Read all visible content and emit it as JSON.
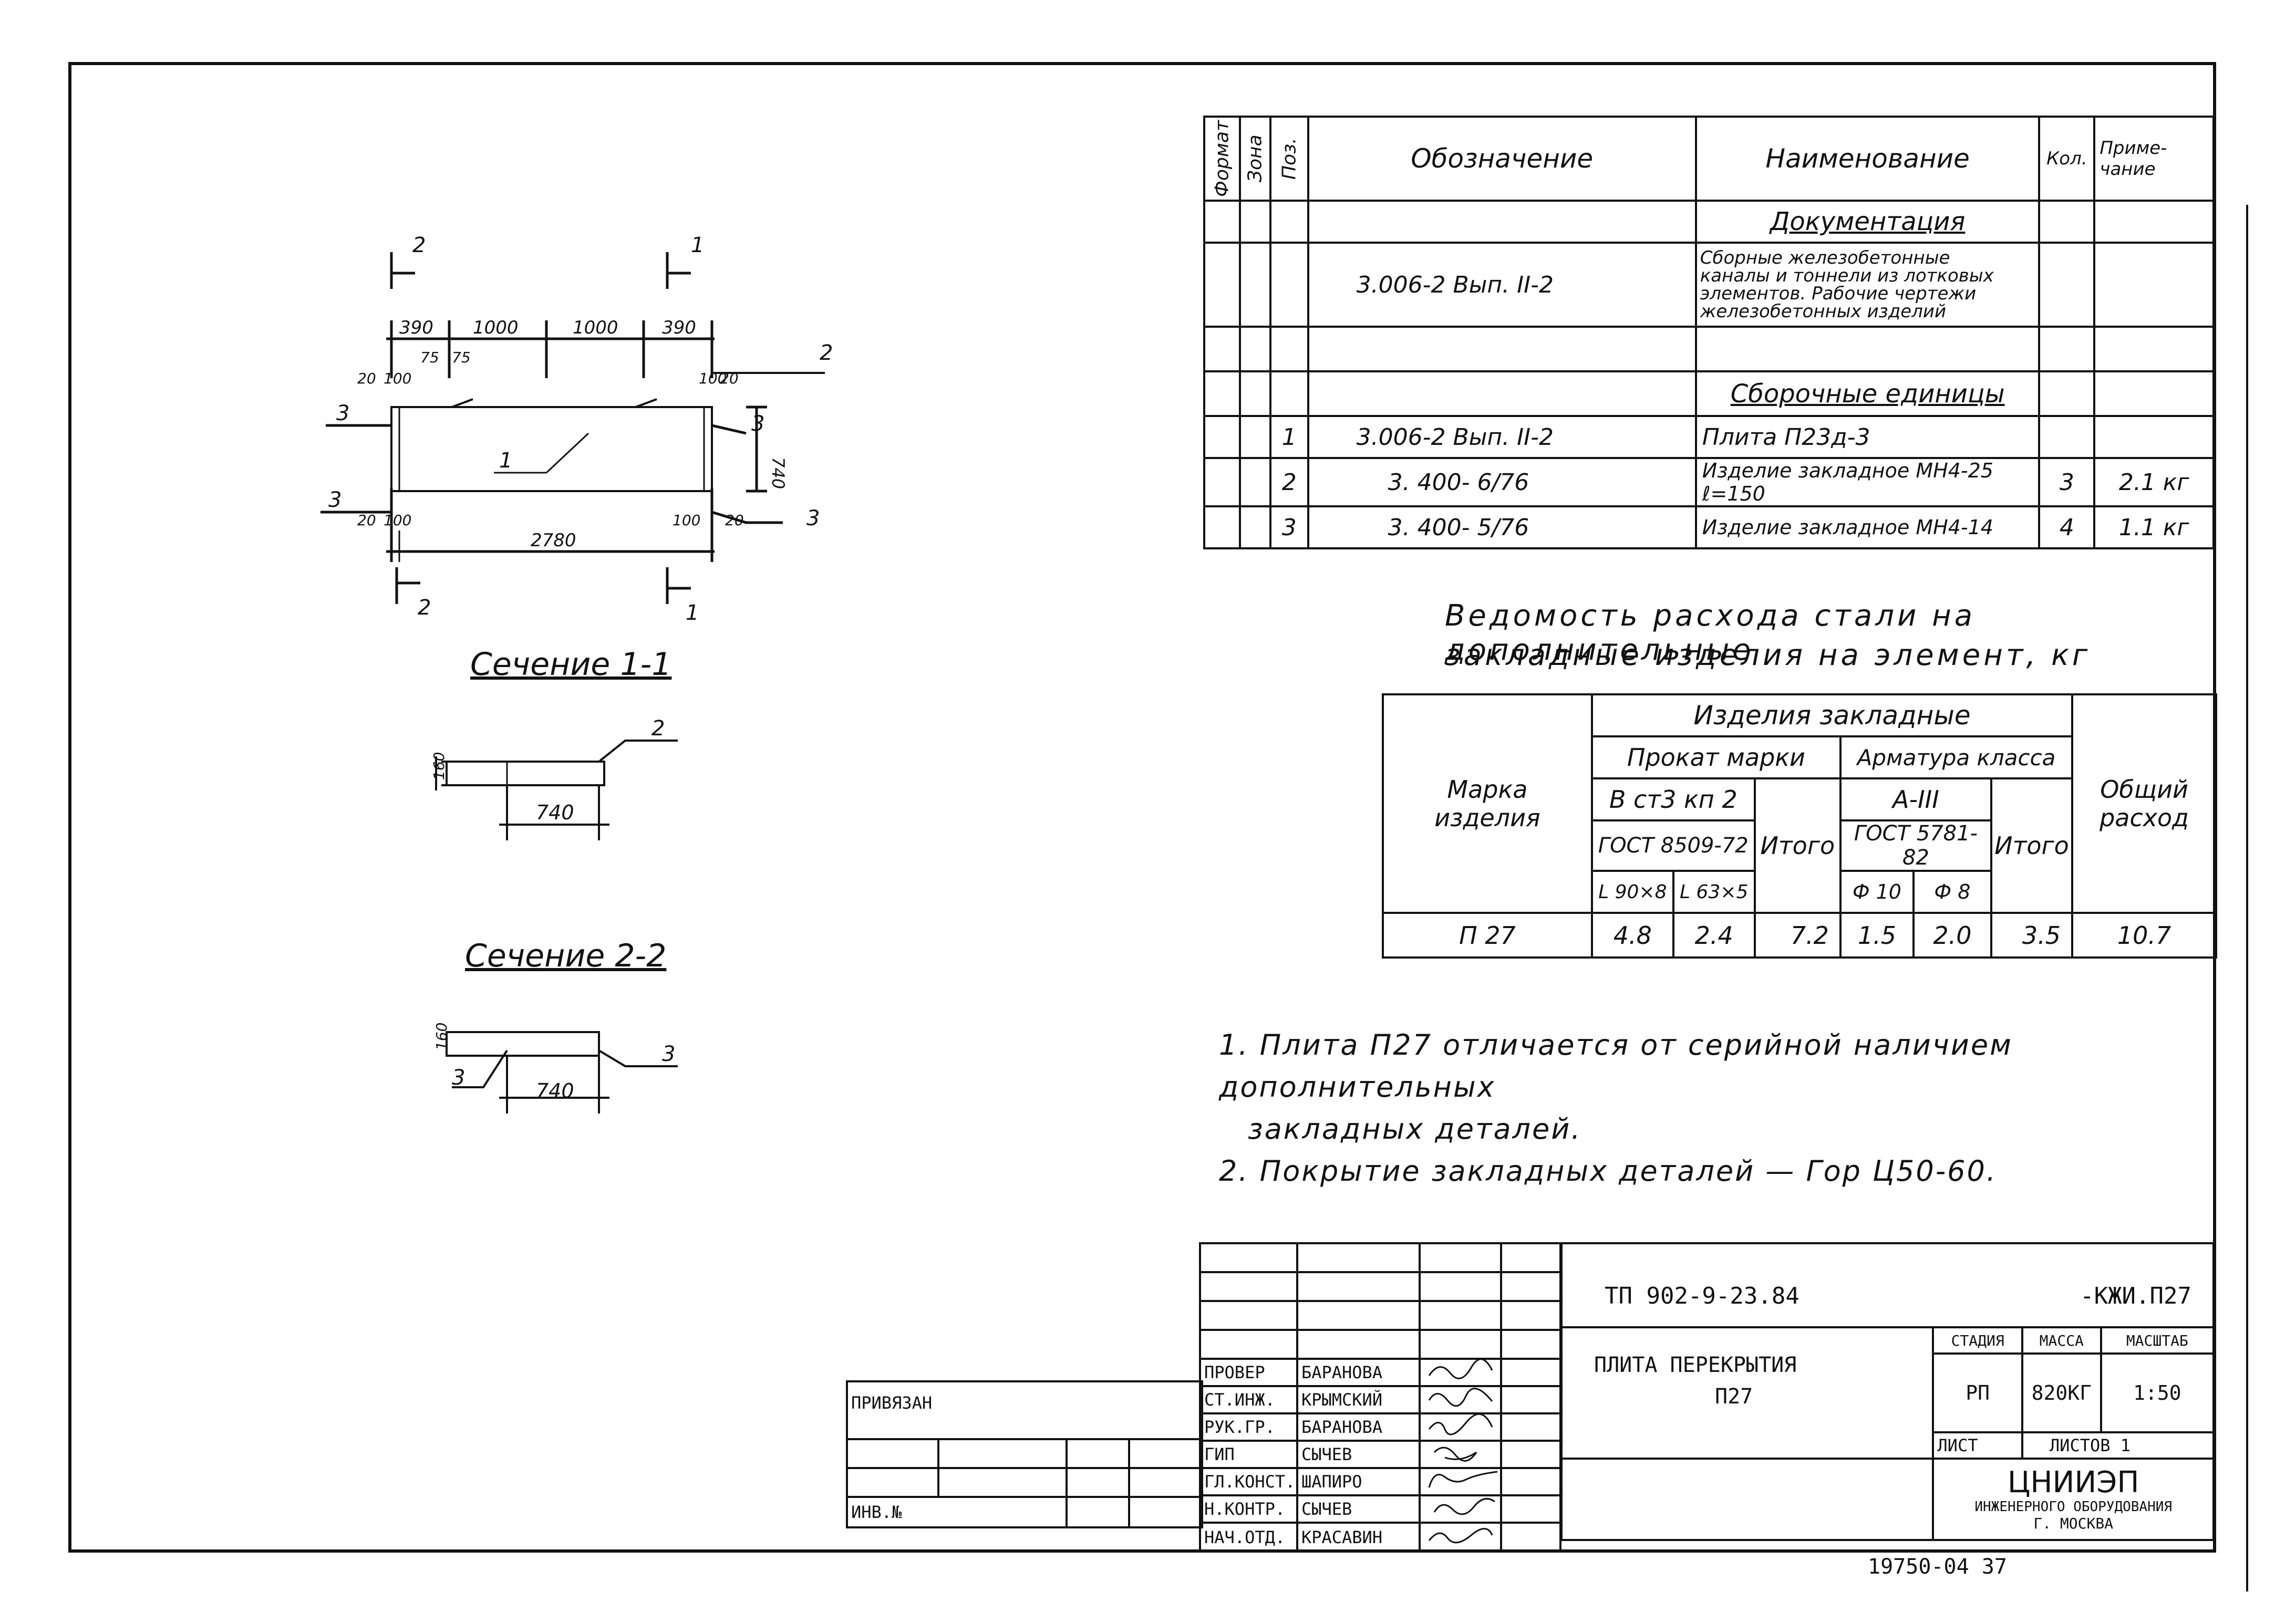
{
  "drawing": {
    "plan": {
      "section_markers": [
        "2",
        "1",
        "2",
        "1"
      ],
      "top_dims": [
        "390",
        "1000",
        "1000",
        "390"
      ],
      "small_dims_top": [
        "20",
        "100",
        "75",
        "75",
        "100",
        "20"
      ],
      "small_dims_bottom": [
        "20",
        "100",
        "100",
        "20"
      ],
      "height_dim": "740",
      "total_dim": "2780",
      "callouts": [
        "2",
        "3",
        "3",
        "1",
        "3",
        "3"
      ]
    },
    "section1": {
      "title": "Сечение 1-1",
      "height": "160",
      "width": "740",
      "callout": "2"
    },
    "section2": {
      "title": "Сечение 2-2",
      "height": "160",
      "width": "740",
      "callout_left": "3",
      "callout_right": "3"
    }
  },
  "spec": {
    "headers": {
      "format": "Формат",
      "zone": "Зона",
      "pos": "Поз.",
      "designation": "Обозначение",
      "name": "Наименование",
      "qty": "Кол.",
      "note": "Приме-чание"
    },
    "doc_section": "Документация",
    "doc_row": {
      "designation": "3.006-2      Вып. II-2",
      "name_lines": [
        "Сборные железобетонные",
        "каналы и тоннели из лотковых",
        "элементов. Рабочие чертежи",
        "железобетонных изделий"
      ]
    },
    "weld_section": "Сборочные единицы",
    "rows": [
      {
        "pos": "1",
        "designation": "3.006-2      Вып. II-2",
        "name": "Плита            П23д-3",
        "qty": "",
        "note": ""
      },
      {
        "pos": "2",
        "designation": "3. 400- 6/76",
        "name": "Изделие закладное МН4-25 ℓ=150",
        "qty": "3",
        "note": "2.1 кг"
      },
      {
        "pos": "3",
        "designation": "3. 400- 5/76",
        "name": "Изделие закладное МН4-14",
        "qty": "4",
        "note": "1.1 кг"
      }
    ]
  },
  "steel": {
    "title_line1": "Ведомость расхода стали на дополнительные",
    "title_line2": "закладные изделия на элемент, кг",
    "mark_header": "Марка изделия",
    "group_header": "Изделия    закладные",
    "prokat_header": "Прокат марки",
    "armatura_header": "Арматура класса",
    "steel_grade": "В ст3 кп 2",
    "gost1": "ГОСТ 8509-72",
    "angle1": "L 90×8",
    "angle2": "L 63×5",
    "itogo1": "Итого",
    "arm_class": "А-III",
    "gost2": "ГОСТ 5781-82",
    "d1": "Ф 10",
    "d2": "Ф 8",
    "itogo2": "Итого",
    "total_header": "Общий расход",
    "row": {
      "mark": "П 27",
      "v1": "4.8",
      "v2": "2.4",
      "it1": "7.2",
      "a1": "1.5",
      "a2": "2.0",
      "it2": "3.5",
      "total": "10.7"
    }
  },
  "notes": [
    "1.  Плита  П27  отличается  от  серийной  наличием  дополнительных",
    "закладных деталей.",
    "2.  Покрытие  закладных  деталей  —  Гор  Ц50-60."
  ],
  "title_block": {
    "code": "ТП 902-9-23.84",
    "code_suffix": "-КЖИ.П27",
    "title_line1": "ПЛИТА      ПЕРЕКРЫТИЯ",
    "title_line2": "П27",
    "stage_h": "СТАДИЯ",
    "mass_h": "МАССА",
    "scale_h": "МАСШТАБ",
    "stage": "РП",
    "mass": "820КГ",
    "scale": "1:50",
    "sheet": "ЛИСТ",
    "sheets": "ЛИСТОВ 1",
    "org": "ЦНИИЭП",
    "org2": "ИНЖЕНЕРНОГО ОБОРУДОВАНИЯ",
    "city": "Г. МОСКВА",
    "privyazan": "ПРИВЯЗАН",
    "inv": "ИНВ.№",
    "roles": [
      {
        "role": "ПРОВЕР",
        "name": "БАРАНОВА"
      },
      {
        "role": "СТ.ИНЖ.",
        "name": "КРЫМСКИЙ"
      },
      {
        "role": "РУК.ГР.",
        "name": "БАРАНОВА"
      },
      {
        "role": "ГИП",
        "name": "СЫЧЕВ"
      },
      {
        "role": "ГЛ.КОНСТ.",
        "name": "ШАПИРО"
      },
      {
        "role": "Н.КОНТР.",
        "name": "СЫЧЕВ"
      },
      {
        "role": "НАЧ.ОТД.",
        "name": "КРАСАВИН"
      }
    ]
  },
  "stamp_number": "19750-04   37"
}
